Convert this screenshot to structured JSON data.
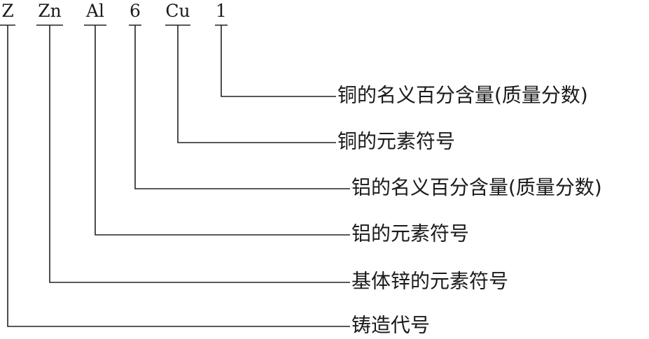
{
  "code": {
    "tokens": [
      "Z",
      "Zn",
      "Al",
      "6",
      "Cu",
      "1"
    ]
  },
  "labels": {
    "copper_nominal_content": "铜的名义百分含量(质量分数)",
    "copper_symbol": "铜的元素符号",
    "aluminum_nominal_content": "铝的名义百分含量(质量分数)",
    "aluminum_symbol": "铝的元素符号",
    "base_zinc_symbol": "基体锌的元素符号",
    "casting_code": "铸造代号"
  },
  "colors": {
    "line": "#222222",
    "text": "#1a1a1a"
  }
}
